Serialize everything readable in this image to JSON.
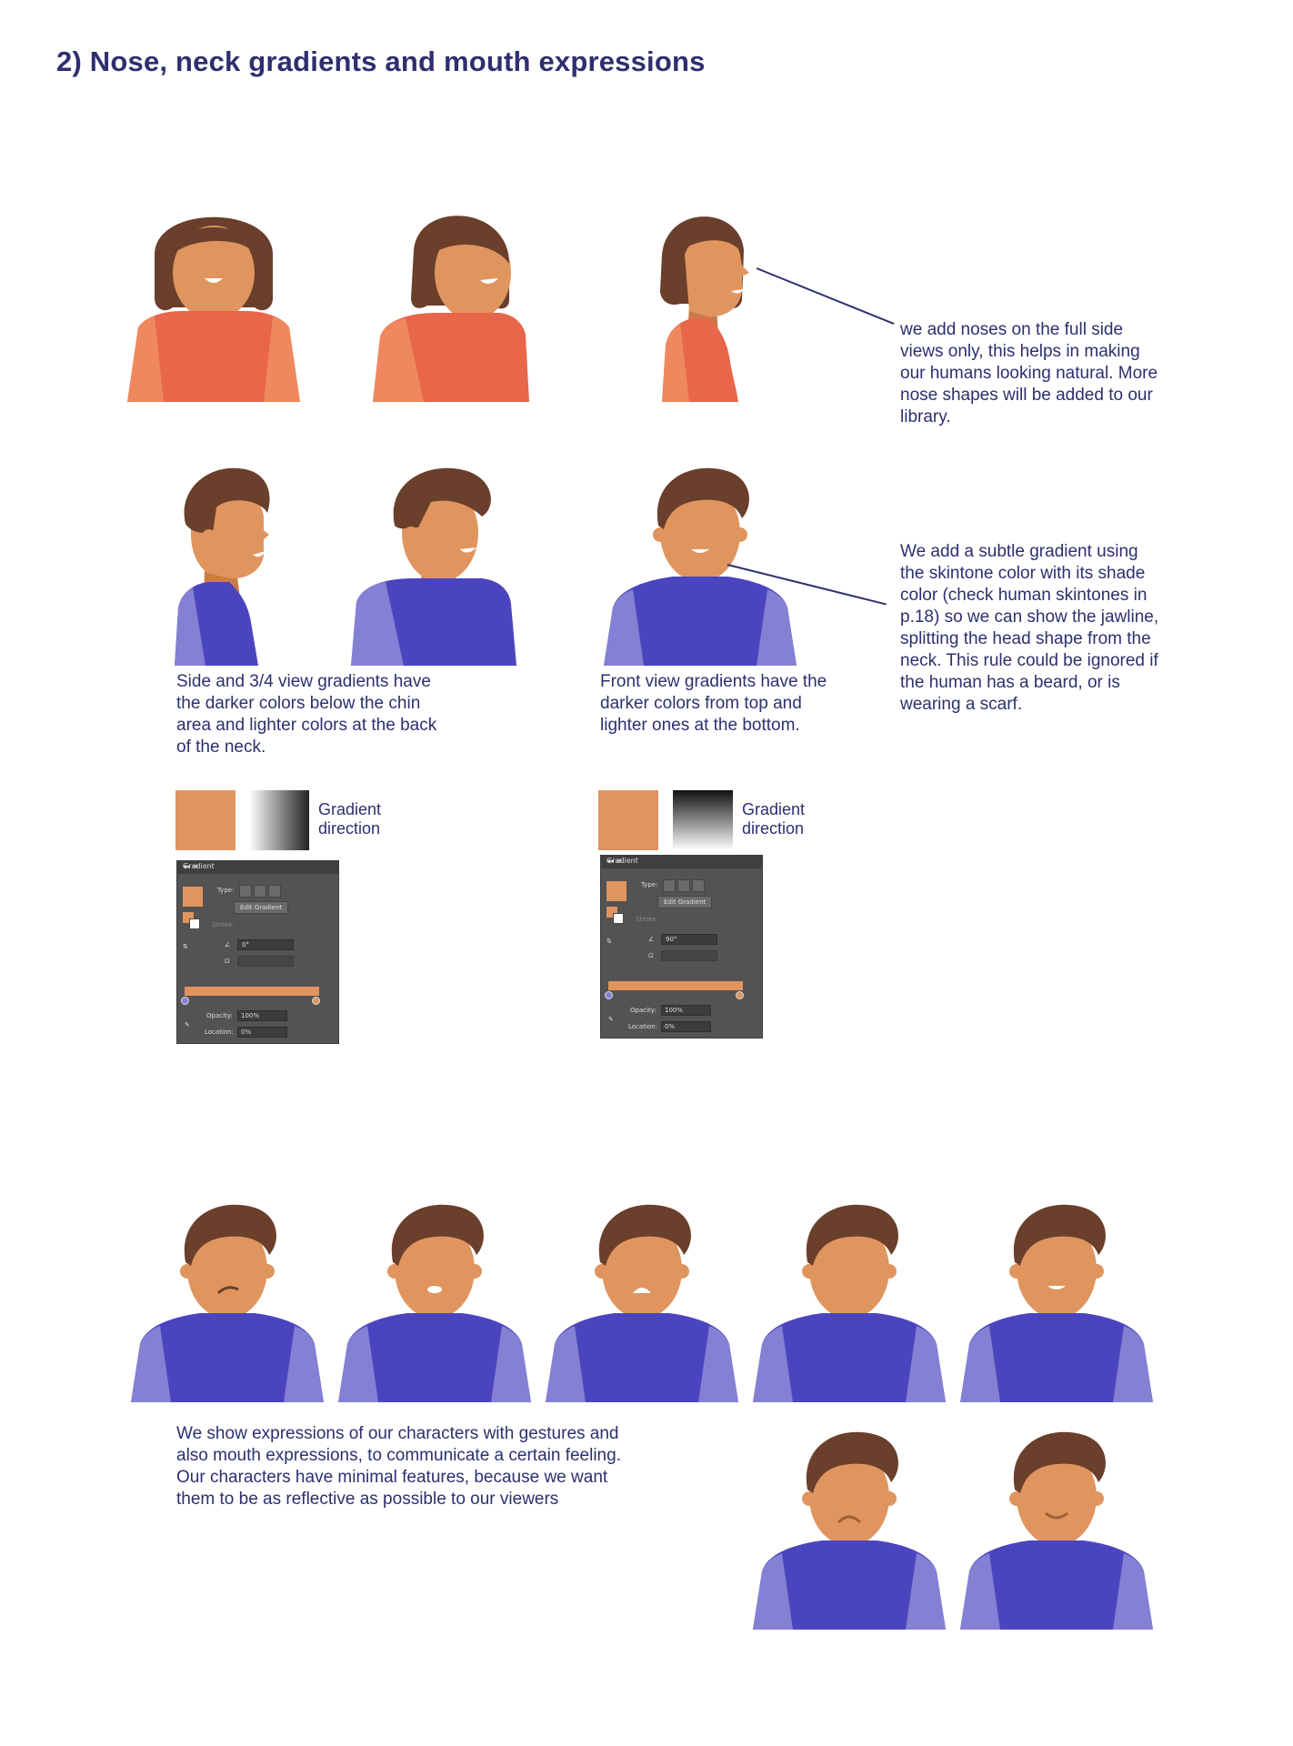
{
  "page": {
    "title": "2) Nose, neck gradients and mouth expressions"
  },
  "notes": {
    "nose": "we add noses on the full side views only, this helps in making our humans looking natural. More nose shapes will be added to our library.",
    "jawline": "We add a subtle gradient using the skintone color with its shade color (check human skintones in p.18) so we can show the jawline, splitting the head shape from the neck. This rule could be ignored if the human has a beard, or is wearing a scarf.",
    "side_gradients": "Side and 3/4 view gradients have the darker colors below the chin area and lighter colors at the back of the neck.",
    "front_gradients": "Front view gradients have the darker colors from top and lighter ones at the bottom.",
    "expressions": "We show expressions of our characters with gestures and also mouth expressions, to communicate a certain feeling. Our characters have minimal features, because we want them to be as reflective as possible to our viewers"
  },
  "gradient_demo": {
    "direction_label": "Gradient direction",
    "panel": {
      "tab": "Gradient",
      "type_label": "Type:",
      "edit_button": "Edit Gradient",
      "stroke_label": "Stroke:",
      "angle_side": "0°",
      "angle_front": "90°",
      "opacity_label": "Opacity:",
      "opacity_value": "100%",
      "location_label": "Location:",
      "location_value": "0%"
    }
  },
  "colors": {
    "heading": "#2e2f6e",
    "skin": "#e0955f",
    "skin_shade": "#c97b49",
    "hair": "#6a3f2b",
    "female_top": "#e8664a",
    "female_sleeve": "#f0885e",
    "male_top": "#4a45bf",
    "male_sleeve": "#8480d4"
  },
  "mouth_expressions": [
    "frown-tilted",
    "open-small",
    "grimace",
    "neutral",
    "smile",
    "sad",
    "smirk"
  ]
}
